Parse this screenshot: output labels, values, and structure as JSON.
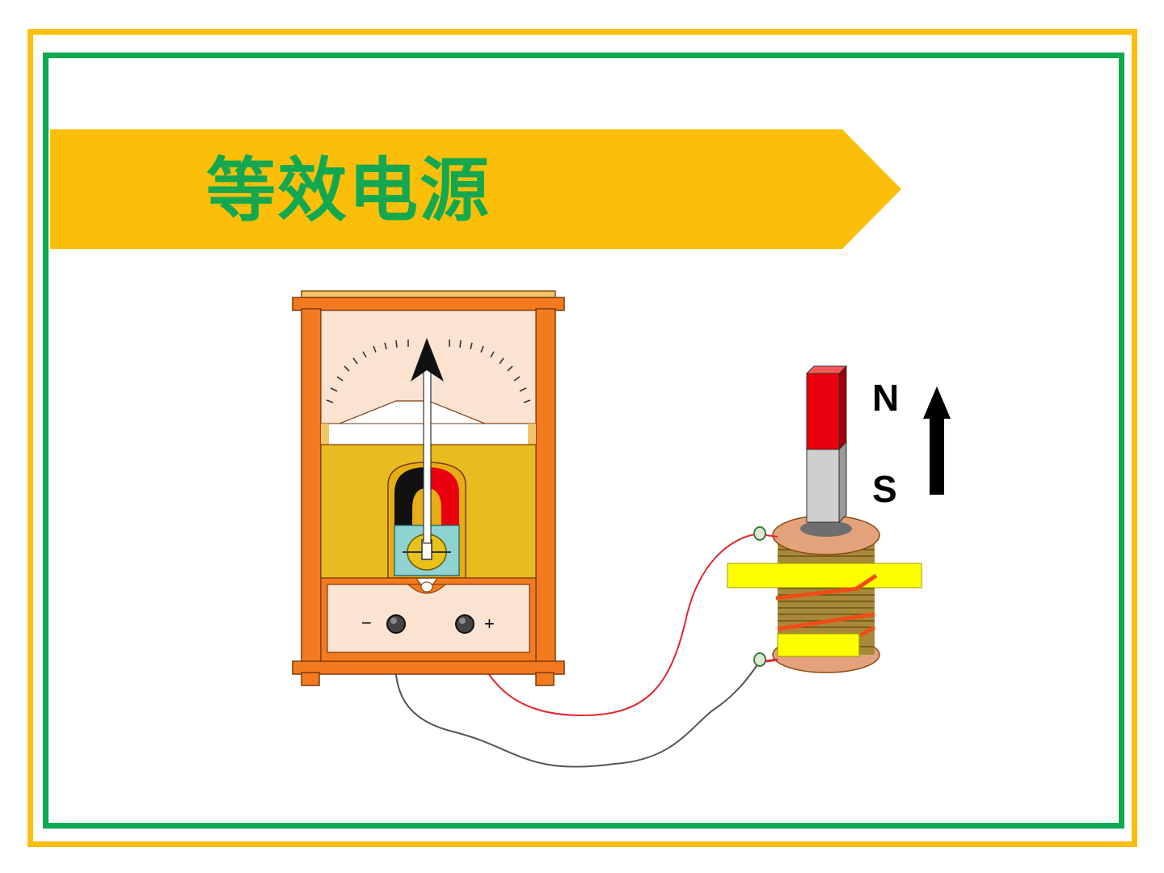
{
  "slide": {
    "title": "等效电源"
  },
  "diagram": {
    "magnet_north_label": "N",
    "magnet_south_label": "S",
    "meter_negative_label": "−",
    "meter_positive_label": "+",
    "colors": {
      "outer_border": "#fbbf0a",
      "inner_border": "#0fa94f",
      "banner": "#fbbf0a",
      "title": "#13a84f",
      "meter_frame": "#f47a20",
      "magnet_north": "#e8000d",
      "magnet_south": "#cfcfcf",
      "highlight_bar": "#ffff00",
      "wire_positive": "#e0262a",
      "wire_negative": "#555555"
    }
  }
}
